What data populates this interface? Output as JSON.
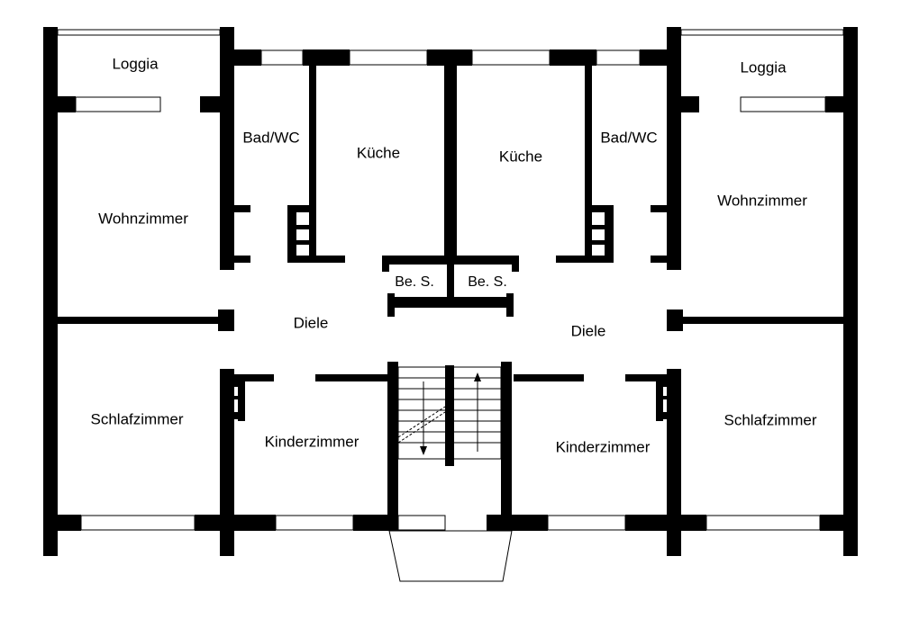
{
  "rooms": {
    "loggia_left": "Loggia",
    "loggia_right": "Loggia",
    "bad_left": "Bad/WC",
    "bad_right": "Bad/WC",
    "kueche_left": "Küche",
    "kueche_right": "Küche",
    "wohn_left": "Wohnzimmer",
    "wohn_right": "Wohnzimmer",
    "bes_left": "Be. S.",
    "bes_right": "Be. S.",
    "diele_left": "Diele",
    "diele_right": "Diele",
    "schlaf_left": "Schlafzimmer",
    "schlaf_right": "Schlafzimmer",
    "kinder_left": "Kinderzimmer",
    "kinder_right": "Kinderzimmer"
  },
  "colors": {
    "wall": "#000000",
    "background": "#ffffff"
  }
}
